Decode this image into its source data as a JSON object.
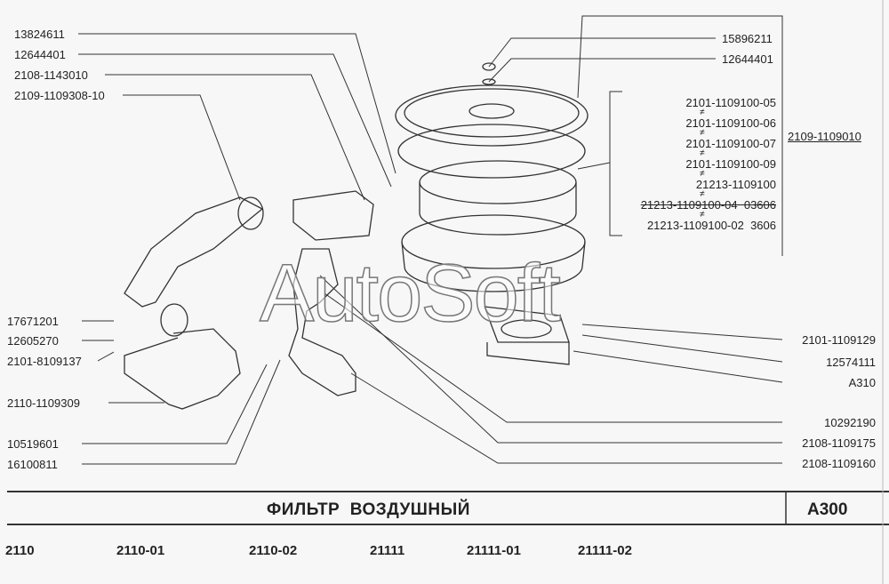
{
  "left_labels": [
    "13824611",
    "12644401",
    "2108-1143010",
    "2109-1109308-10",
    "17671201",
    "12605270",
    "2101-8109137",
    "2110-1109309",
    "10519601",
    "16100811"
  ],
  "right_labels": [
    "15896211",
    "12644401",
    "2101-1109129",
    "12574111",
    "A310",
    "10292190",
    "2108-1109175",
    "2108-1109160"
  ],
  "filter_group": {
    "items": [
      "2101-1109100-05",
      "2101-1109100-06",
      "2101-1109100-07",
      "2101-1109100-09",
      "21213-1109100",
      "21213-1109100-04  03606",
      "21213-1109100-02  3606"
    ],
    "separator": "≠",
    "assembly": "2109-1109010"
  },
  "watermark": "AutoSoft",
  "footer": {
    "title": "ФИЛЬТР  ВОЗДУШНЫЙ",
    "code": "A300",
    "models": [
      "2110",
      "2110-01",
      "2110-02",
      "21111",
      "21111-01",
      "21111-02"
    ]
  }
}
